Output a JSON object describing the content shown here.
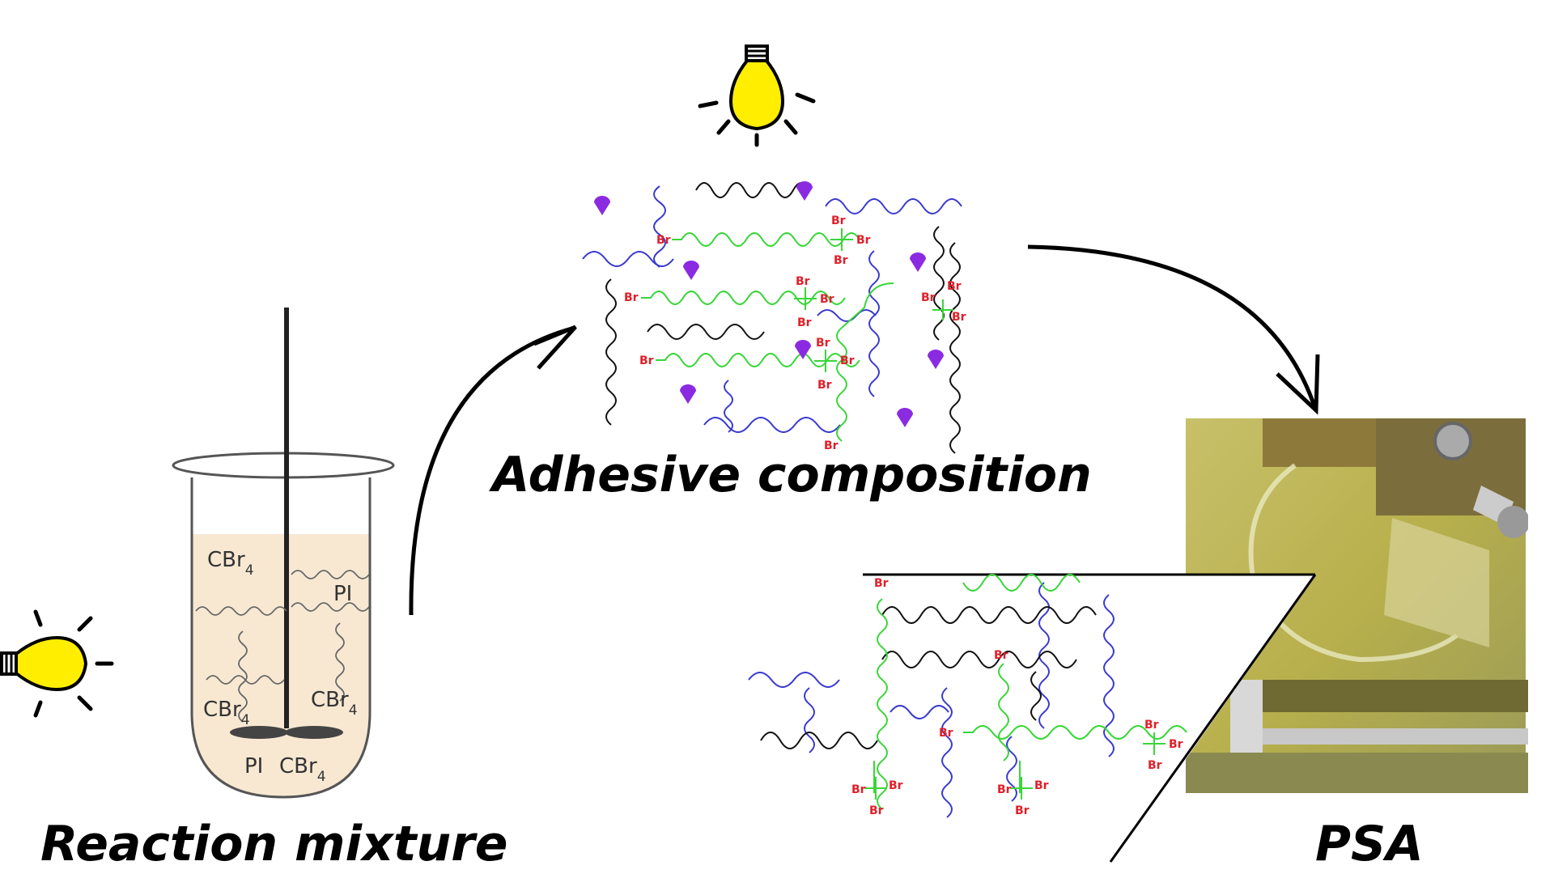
{
  "labels": {
    "reaction_mixture": "Reaction mixture",
    "adhesive_composition": "Adhesive composition",
    "psa": "PSA"
  },
  "tube_labels": {
    "cbr4_1": "CBr",
    "cbr4_2": "CBr",
    "cbr4_3": "CBr",
    "cbr4_4": "CBr",
    "pi_1": "PI",
    "pi_2": "PI",
    "subscript": "4"
  },
  "bromine_label": "Br",
  "colors": {
    "chain_green": "#39d639",
    "chain_blue": "#3a3ad0",
    "chain_black": "#111111",
    "bromine": "#e0202a",
    "liquid": "#f8e8d2",
    "bulb": "#ffee00",
    "initiator": "#8a2be2"
  },
  "icons": [
    "lightbulb-icon",
    "lightbulb-icon"
  ]
}
